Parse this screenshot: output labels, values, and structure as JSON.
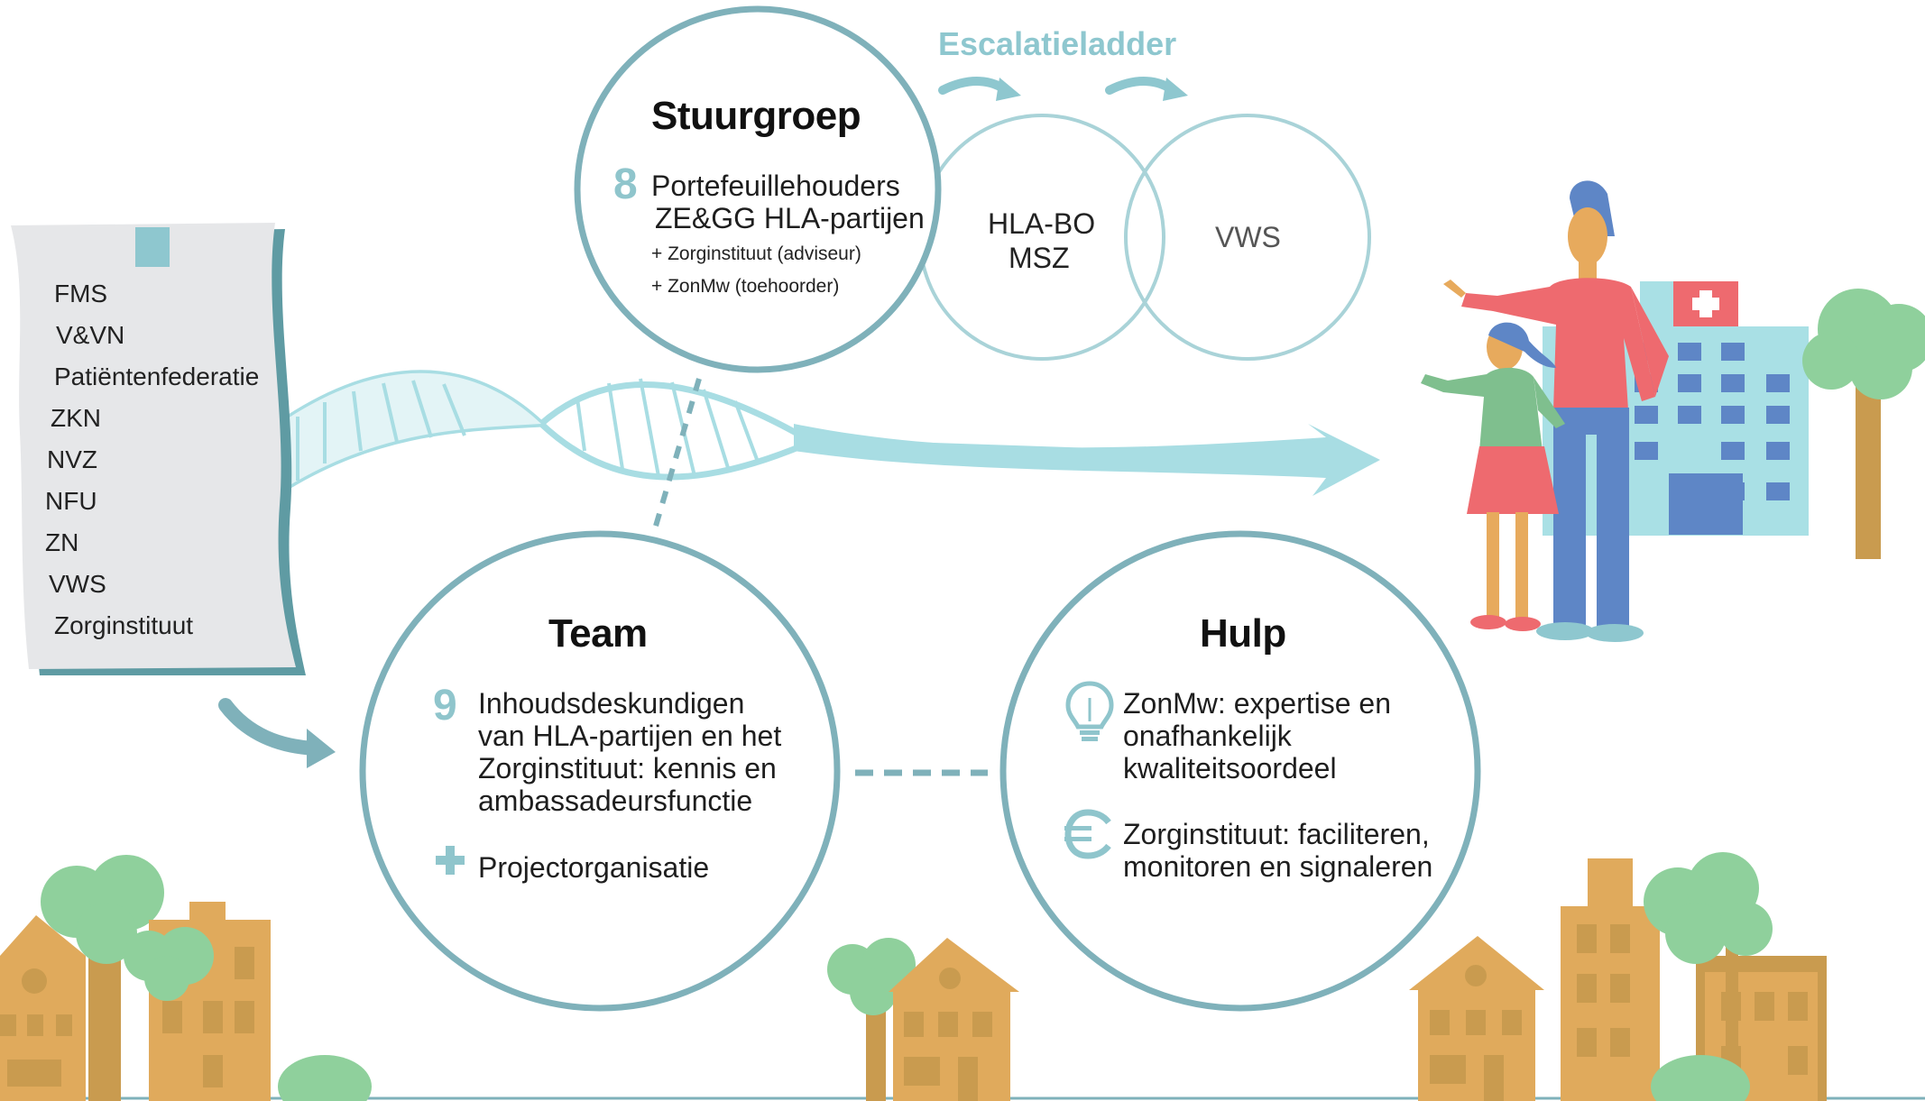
{
  "escalatieladder": {
    "label": "Escalatieladder"
  },
  "stuurgroep": {
    "title": "Stuurgroep",
    "number": "8",
    "line1": "Portefeuillehouders",
    "line2": "ZE&GG HLA-partijen",
    "extra1": "+ Zorginstituut (adviseur)",
    "extra2": "+ ZonMw (toehoorder)"
  },
  "escalation_circles": [
    {
      "line1": "HLA-BO",
      "line2": "MSZ"
    },
    {
      "line1": "VWS"
    }
  ],
  "parties": [
    "FMS",
    "V&VN",
    "Patiëntenfederatie",
    "ZKN",
    "NVZ",
    "NFU",
    "ZN",
    "VWS",
    "Zorginstituut"
  ],
  "team": {
    "title": "Team",
    "number": "9",
    "lines": [
      "Inhoudsdeskundigen",
      "van HLA-partijen en het",
      "Zorginstituut: kennis en",
      "ambassadeursfunctie"
    ],
    "extra_icon": "plus-icon",
    "extra": "Projectorganisatie"
  },
  "hulp": {
    "title": "Hulp",
    "items": [
      {
        "icon": "lightbulb-icon",
        "lines": [
          "ZonMw: expertise en",
          "onafhankelijk",
          "kwaliteitsoordeel"
        ]
      },
      {
        "icon": "euro-icon",
        "lines": [
          "Zorginstituut: faciliteren,",
          "monitoren en signaleren"
        ]
      }
    ]
  },
  "colors": {
    "circle_stroke": "#7fb1ba",
    "accent_teal": "#8ec7cf",
    "dna": "#a8dde3",
    "paper": "#e6e7e9",
    "house": "#e0aa5c",
    "tree": "#8fd09c",
    "hospital": "#a9e0e5",
    "window": "#5e86c6",
    "red": "#ee6a6f"
  }
}
